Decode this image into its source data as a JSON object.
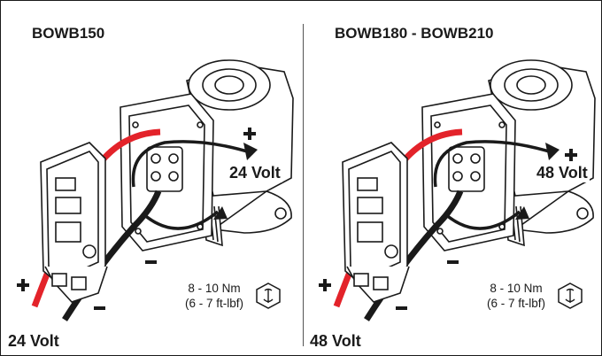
{
  "panels": [
    {
      "title": "BOWB150",
      "voltage_label_bottom": "24 Volt",
      "voltage_label_pump": "24 Volt",
      "torque_value": "8 - 10 Nm",
      "torque_imperial": "(6 - 7 ft-lbf)"
    },
    {
      "title": "BOWB180 - BOWB210",
      "voltage_label_bottom": "48 Volt",
      "voltage_label_pump": "48 Volt",
      "torque_value": "8 - 10 Nm",
      "torque_imperial": "(6 - 7 ft-lbf)"
    }
  ],
  "colors": {
    "positive_wire": "#e3232a",
    "negative_wire": "#1a1a1a",
    "line_art": "#1a1a1a"
  },
  "icons": [
    "plus-icon",
    "minus-icon",
    "torque-wrench-icon",
    "rotation-arrow-icon"
  ]
}
